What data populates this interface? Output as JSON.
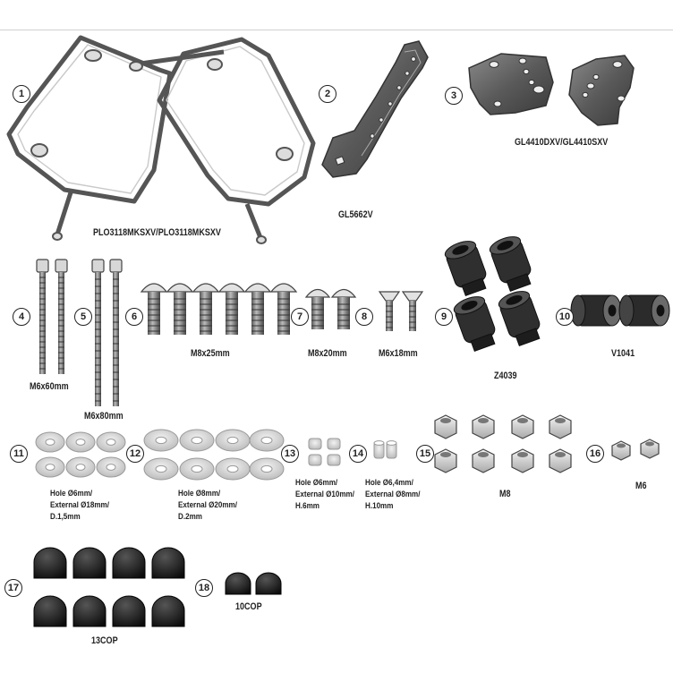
{
  "parts": [
    {
      "number": "1",
      "code": "PLO3118MKSXV/PLO3118MKSXV"
    },
    {
      "number": "2",
      "code": "GL5662V"
    },
    {
      "number": "3",
      "code": "GL4410DXV/GL4410SXV"
    },
    {
      "number": "4",
      "code": "M6x60mm"
    },
    {
      "number": "5",
      "code": "M6x80mm"
    },
    {
      "number": "6",
      "code": "M8x25mm"
    },
    {
      "number": "7",
      "code": "M8x20mm"
    },
    {
      "number": "8",
      "code": "M6x18mm"
    },
    {
      "number": "9",
      "code": "Z4039"
    },
    {
      "number": "10",
      "code": "V1041"
    },
    {
      "number": "11",
      "lines": [
        "Hole Ø6mm/",
        "External Ø18mm/",
        "D.1,5mm"
      ]
    },
    {
      "number": "12",
      "lines": [
        "Hole Ø8mm/",
        "External Ø20mm/",
        "D.2mm"
      ]
    },
    {
      "number": "13",
      "lines": [
        "Hole Ø6mm/",
        "External Ø10mm/",
        "H.6mm"
      ]
    },
    {
      "number": "14",
      "lines": [
        "Hole Ø6,4mm/",
        "External Ø8mm/",
        "H.10mm"
      ]
    },
    {
      "number": "15",
      "code": "M8"
    },
    {
      "number": "16",
      "code": "M6"
    },
    {
      "number": "17",
      "code": "13COP"
    },
    {
      "number": "18",
      "code": "10COP"
    }
  ]
}
